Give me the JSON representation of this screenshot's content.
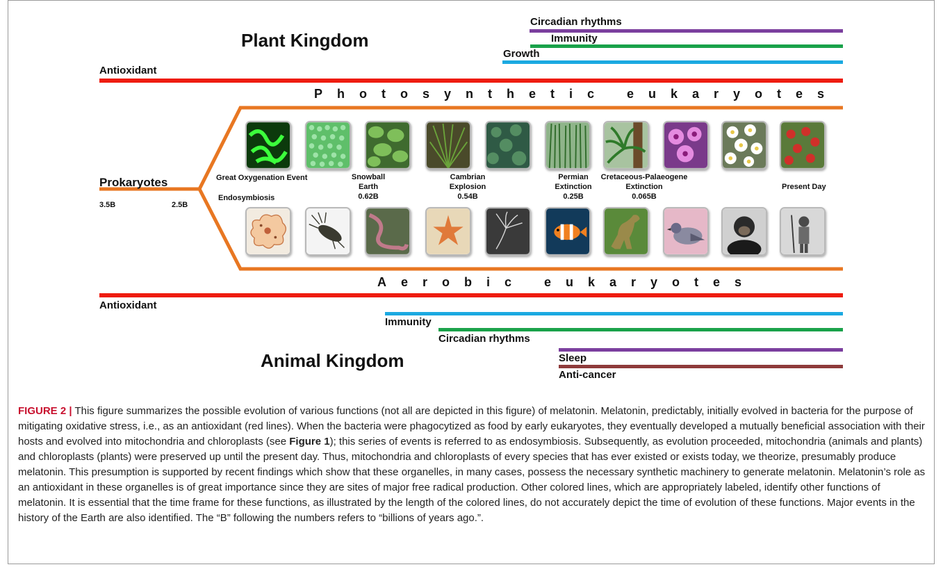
{
  "figure": {
    "plant_kingdom": "Plant Kingdom",
    "animal_kingdom": "Animal Kingdom",
    "photosynthetic": "Photosynthetic eukaryotes",
    "aerobic": "Aerobic eukaryotes",
    "prokaryotes": "Prokaryotes",
    "t_3_5": "3.5B",
    "t_2_5": "2.5B",
    "plant_functions": {
      "circadian": "Circadian rhythms",
      "immunity": "Immunity",
      "growth": "Growth",
      "antioxidant": "Antioxidant"
    },
    "animal_functions": {
      "antioxidant": "Antioxidant",
      "immunity": "Immunity",
      "circadian": "Circadian rhythms",
      "sleep": "Sleep",
      "anticancer": "Anti-cancer"
    },
    "events": {
      "great_oxygenation": "Great Oxygenation Event",
      "endosymbiosis": "Endosymbiosis",
      "snowball_1": "Snowball",
      "snowball_2": "Earth",
      "snowball_3": "0.62B",
      "cambrian_1": "Cambrian",
      "cambrian_2": "Explosion",
      "cambrian_3": "0.54B",
      "permian_1": "Permian",
      "permian_2": "Extinction",
      "permian_3": "0.25B",
      "kpg_1": "Cretaceous-Palaeogene",
      "kpg_2": "Extinction",
      "kpg_3": "0.065B",
      "present": "Present Day"
    },
    "colors": {
      "antioxidant": "#ee1c0e",
      "circadian": "#7b3f9e",
      "immunity": "#1aa24a",
      "growth": "#1ba9e1",
      "branch": "#e87722",
      "anticancer": "#8e3b3b"
    },
    "plant_images": [
      "green-algae-filaments",
      "cyanobacteria-mat",
      "aquatic-plant",
      "fern-moss",
      "lichen-moss",
      "grass",
      "palm-cycad",
      "orchid",
      "white-daisies",
      "apple-tree"
    ],
    "animal_images": [
      "amoeba",
      "trilobite-like-creature",
      "worm",
      "starfish",
      "sea-lily-fossil",
      "clownfish",
      "dinosaur",
      "pigeon",
      "chimpanzee",
      "human"
    ]
  },
  "caption": {
    "label": "FIGURE 2 |",
    "text_1": " This figure summarizes the possible evolution of various functions (not all are depicted in this figure) of melatonin. Melatonin, predictably, initially evolved in bacteria for the purpose of mitigating oxidative stress, i.e., as an antioxidant (red lines). When the bacteria were phagocytized as food by early eukaryotes, they eventually developed a mutually beneficial association with their hosts and evolved into mitochondria and chloroplasts (see ",
    "figure_ref": "Figure 1",
    "text_2": "); this series of events is referred to as endosymbiosis. Subsequently, as evolution proceeded, mitochondria (animals and plants) and chloroplasts (plants) were preserved up until the present day. Thus, mitochondria and chloroplasts of every species that has ever existed or exists today, we theorize, presumably produce melatonin. This presumption is supported by recent findings which show that these organelles, in many cases, possess the necessary synthetic machinery to generate melatonin. Melatonin’s role as an antioxidant in these organelles is of great importance since they are sites of major free radical production. Other colored lines, which are appropriately labeled, identify other functions of melatonin. It is essential that the time frame for these functions, as illustrated by the length of the colored lines, do not accurately depict the time of evolution of these functions. Major events in the history of the Earth are also identified. The “B” following the numbers refers to “billions of years ago.”."
  }
}
